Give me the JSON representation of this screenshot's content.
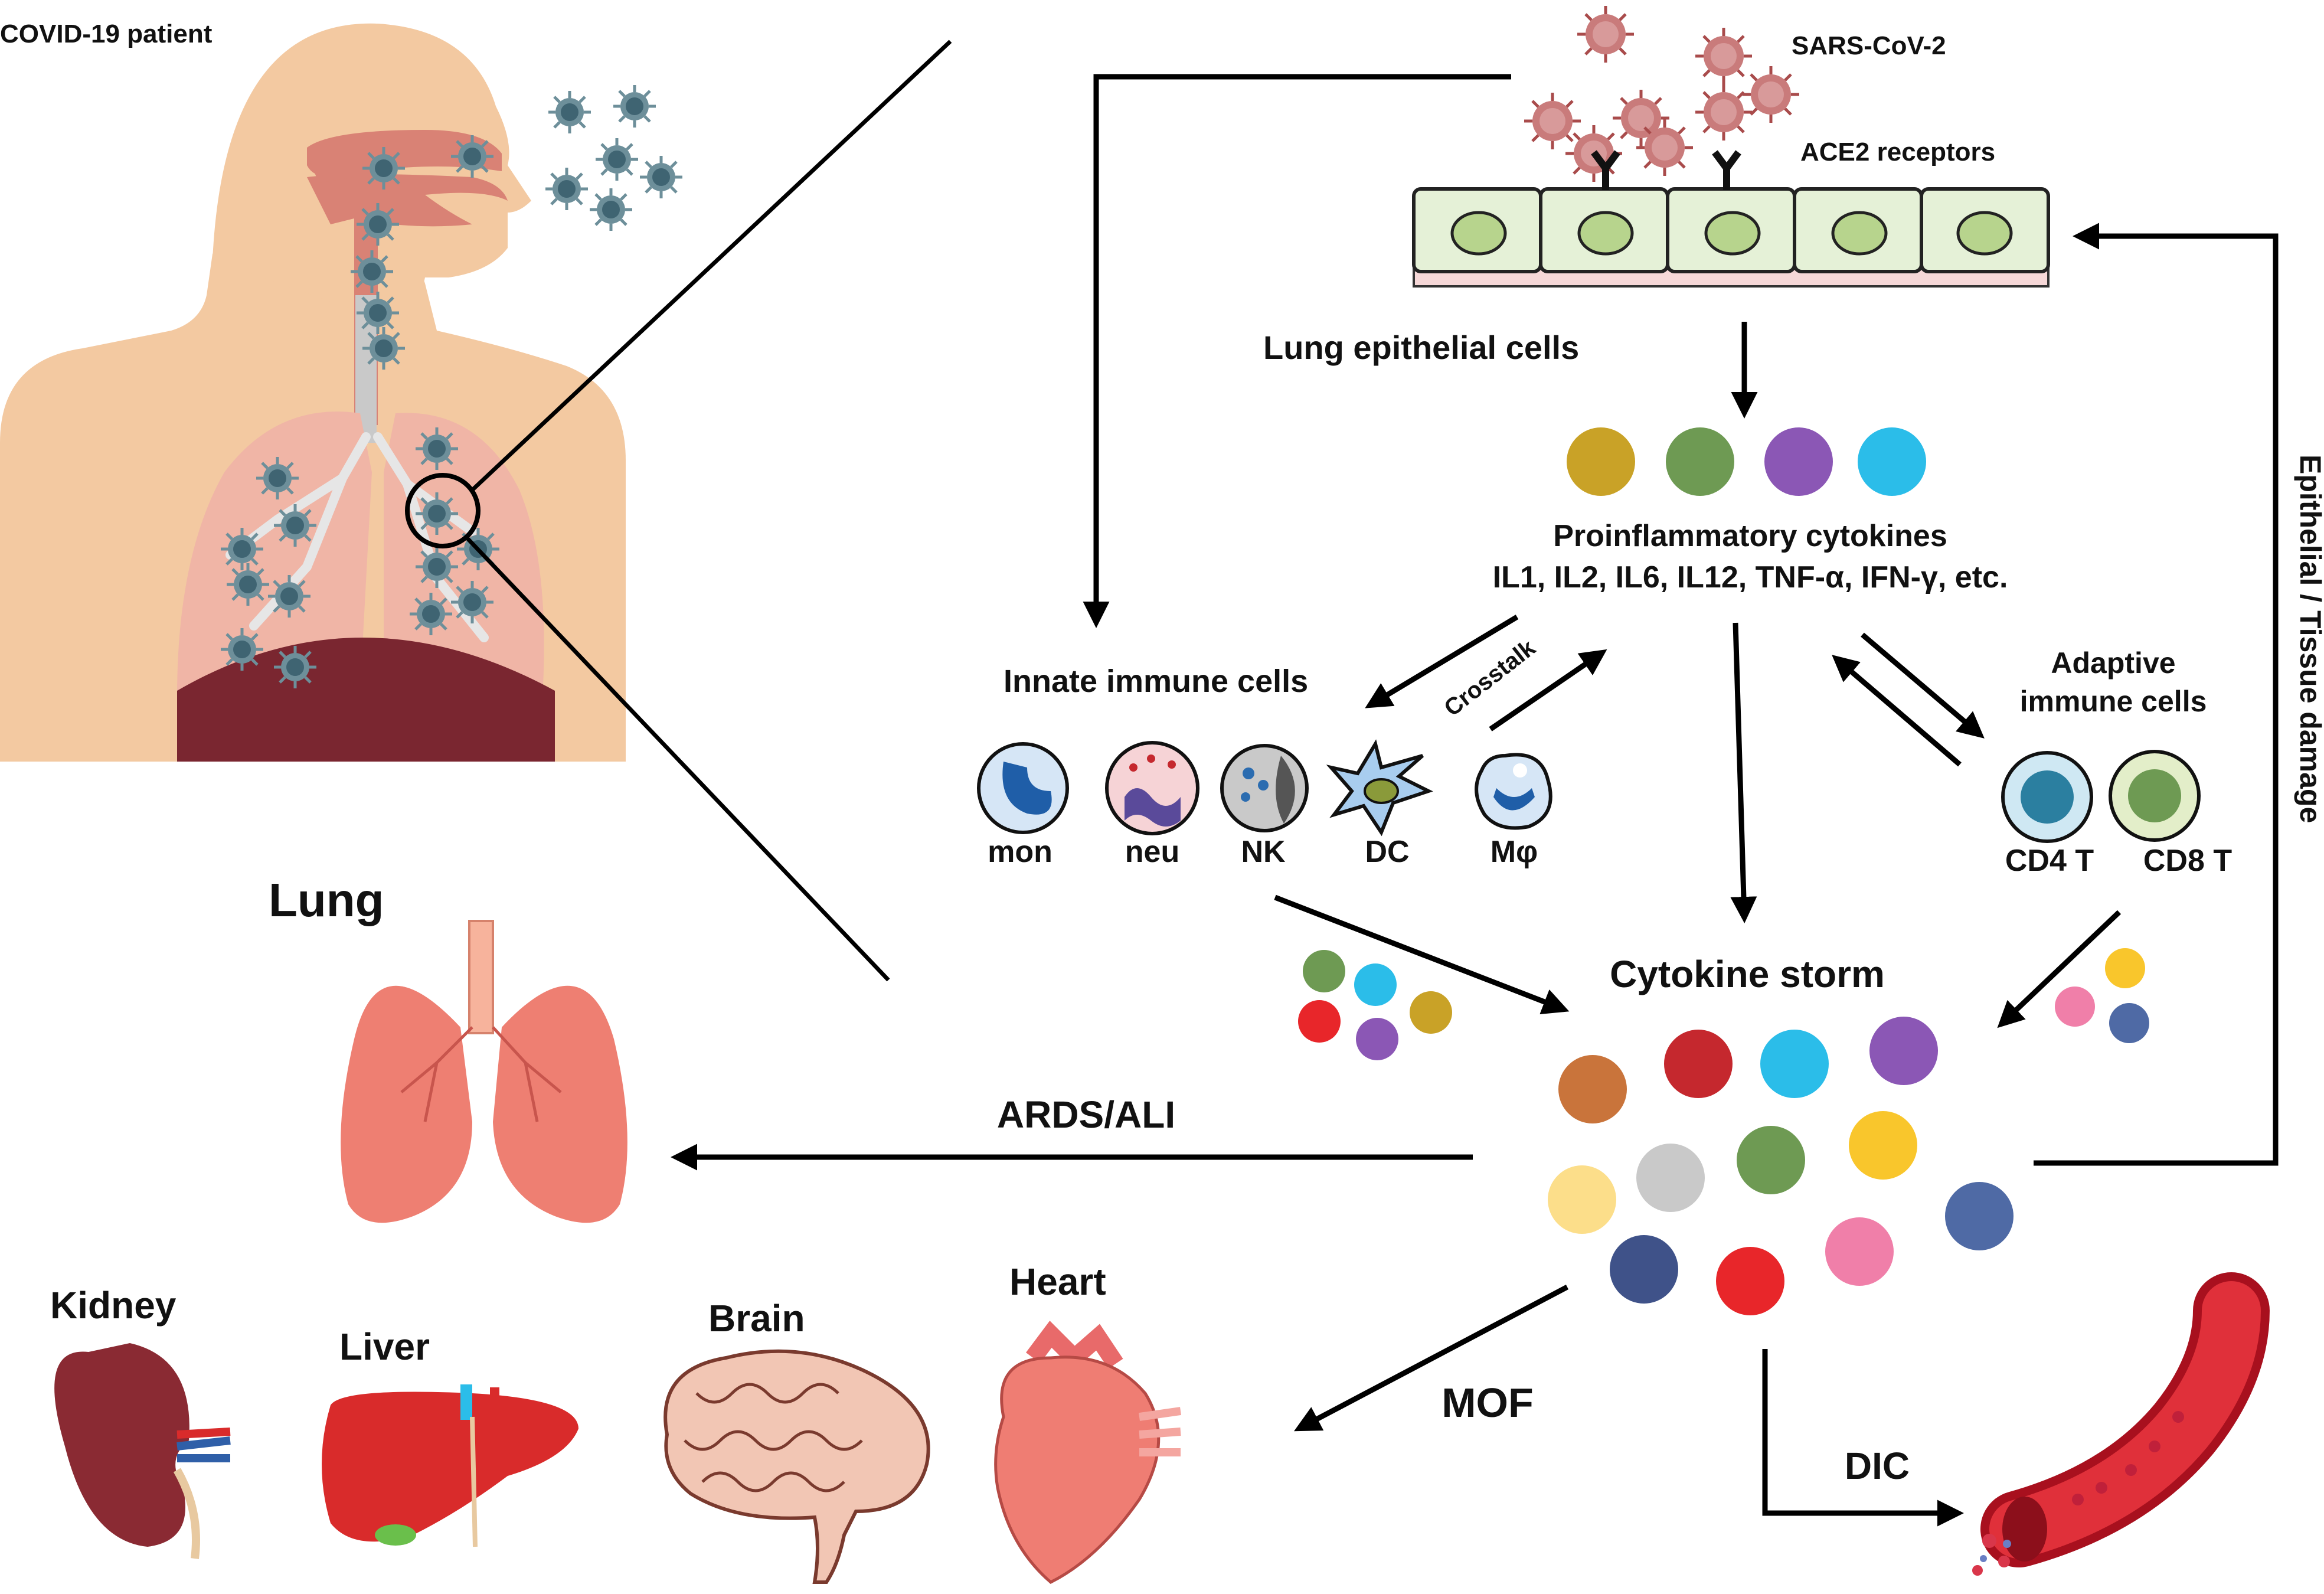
{
  "labels": {
    "patient": "COVID-19 patient",
    "virus": "SARS-CoV-2",
    "receptors": "ACE2 receptors",
    "epithelial": "Lung epithelial cells",
    "proinflammatory_title": "Proinflammatory cytokines",
    "proinflammatory_list": "IL1, IL2, IL6, IL12, TNF-α, IFN-γ, etc.",
    "innate": "Innate immune cells",
    "crosstalk": "Crosstalk",
    "adaptive_line1": "Adaptive",
    "adaptive_line2": "immune cells",
    "storm": "Cytokine storm",
    "damage": "Epithelial / Tissue damage",
    "ards": "ARDS/ALI",
    "mof": "MOF",
    "dic": "DIC"
  },
  "innate_cells": [
    "mon",
    "neu",
    "NK",
    "DC",
    "Mφ"
  ],
  "adaptive_cells": [
    "CD4 T",
    "CD8 T"
  ],
  "organs": {
    "lung": "Lung",
    "kidney": "Kidney",
    "liver": "Liver",
    "brain": "Brain",
    "heart": "Heart"
  },
  "colors": {
    "skin": "#f3c9a1",
    "airway": "#d98275",
    "lung_tissue": "#f0b5a6",
    "virus": "#b85050",
    "epithelium_fill": "#e5f1d7",
    "nucleus": "#b7d48d",
    "basement": "#f6d8d8",
    "cytokine_gold": "#c9a227",
    "cytokine_green": "#6e9a53",
    "cytokine_purple": "#8b57b5",
    "cytokine_cyan": "#2bbde9",
    "cytokine_red": "#e8262a",
    "cytokine_orange": "#c9743b",
    "cytokine_darkred": "#c5282e",
    "cytokine_yellow": "#f9c62c",
    "cytokine_lightyellow": "#fcde8a",
    "cytokine_grey": "#c9c9c9",
    "cytokine_blue": "#4f6aa5",
    "cytokine_navy": "#3f5289",
    "cytokine_pink": "#f07fa9"
  }
}
